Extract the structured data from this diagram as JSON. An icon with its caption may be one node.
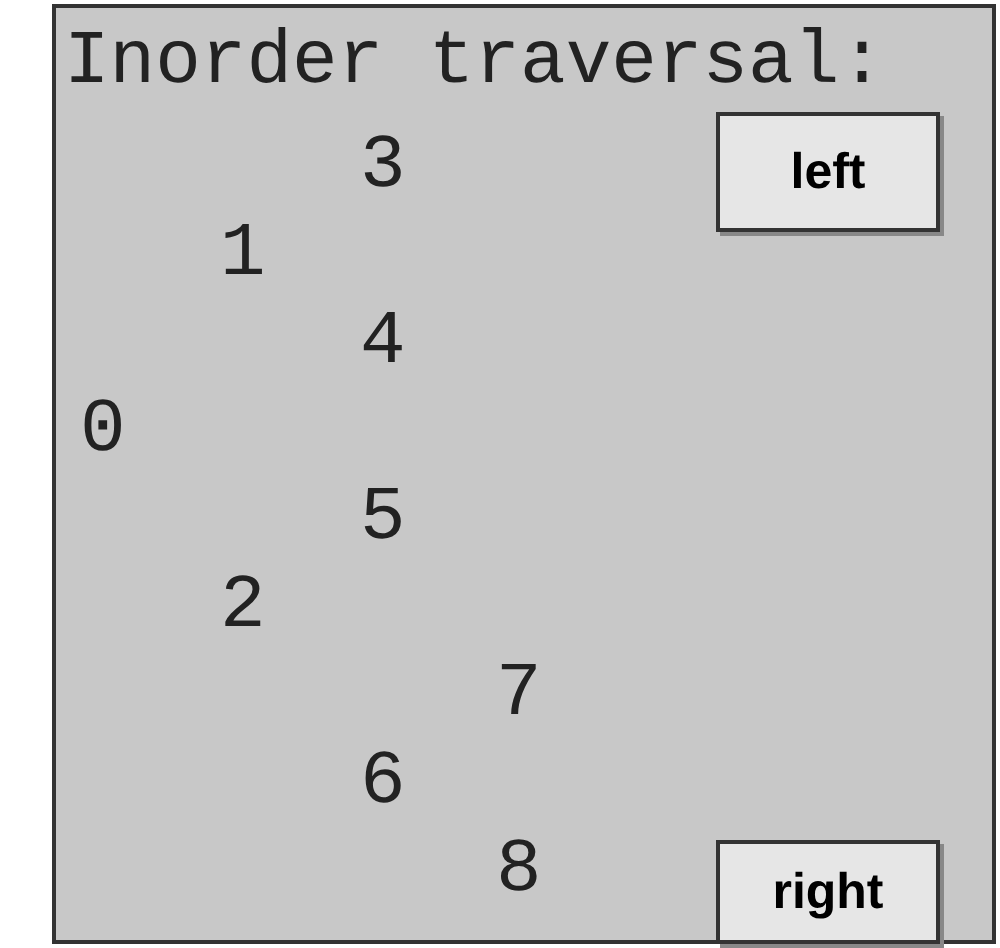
{
  "diagram": {
    "nodes": [
      {
        "text": [
          "Inorder traversal:"
        ]
      },
      {
        "text": [
          "left"
        ],
        "in": 0
      },
      {
        "text": [
          "right"
        ],
        "in": 0
      }
    ],
    "edges": [],
    "labels": [
      "3",
      "1",
      "4",
      "0",
      "5",
      "2",
      "7",
      "6",
      "8"
    ]
  }
}
